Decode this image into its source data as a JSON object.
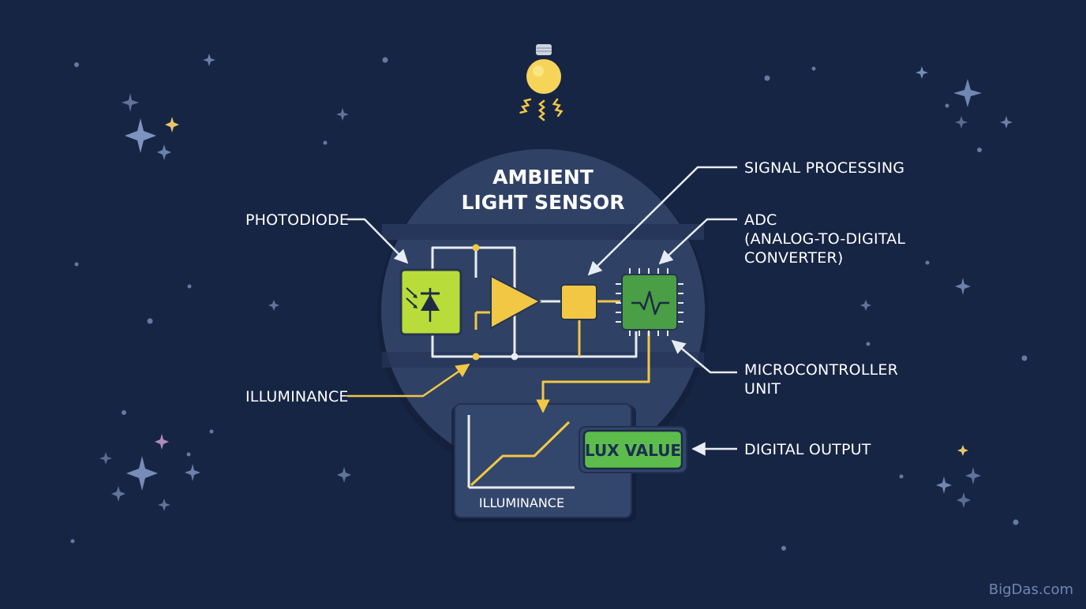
{
  "diagram": {
    "title_line1": "AMBIENT",
    "title_line2": "LIGHT SENSOR",
    "labels": {
      "photodiode": "PHOTODIODE",
      "signal_processing": "SIGNAL PROCESSING",
      "adc_line1": "ADC",
      "adc_line2": "(ANALOG-TO-DIGITAL",
      "adc_line3": "CONVERTER)",
      "mcu_line1": "MICROCONTROLLER",
      "mcu_line2": "UNIT",
      "illuminance_left": "ILLUMINANCE",
      "digital_output": "DIGITAL OUTPUT",
      "lux_value": "LUX VALUE",
      "graph_label": "ILLUMINANCE"
    },
    "watermark": "BigDas.com",
    "colors": {
      "background": "#172544",
      "disc": "#2f4266",
      "accent_yellow": "#f2c744",
      "photodiode_green": "#b8dc3a",
      "mcu_green": "#4a9e45",
      "lux_green": "#5cbd4c",
      "wire_white": "#e8ecf3"
    },
    "icons": [
      "light-bulb-icon",
      "photodiode-icon",
      "amplifier-icon",
      "processor-chip-icon",
      "waveform-icon",
      "sparkle-icon"
    ]
  }
}
